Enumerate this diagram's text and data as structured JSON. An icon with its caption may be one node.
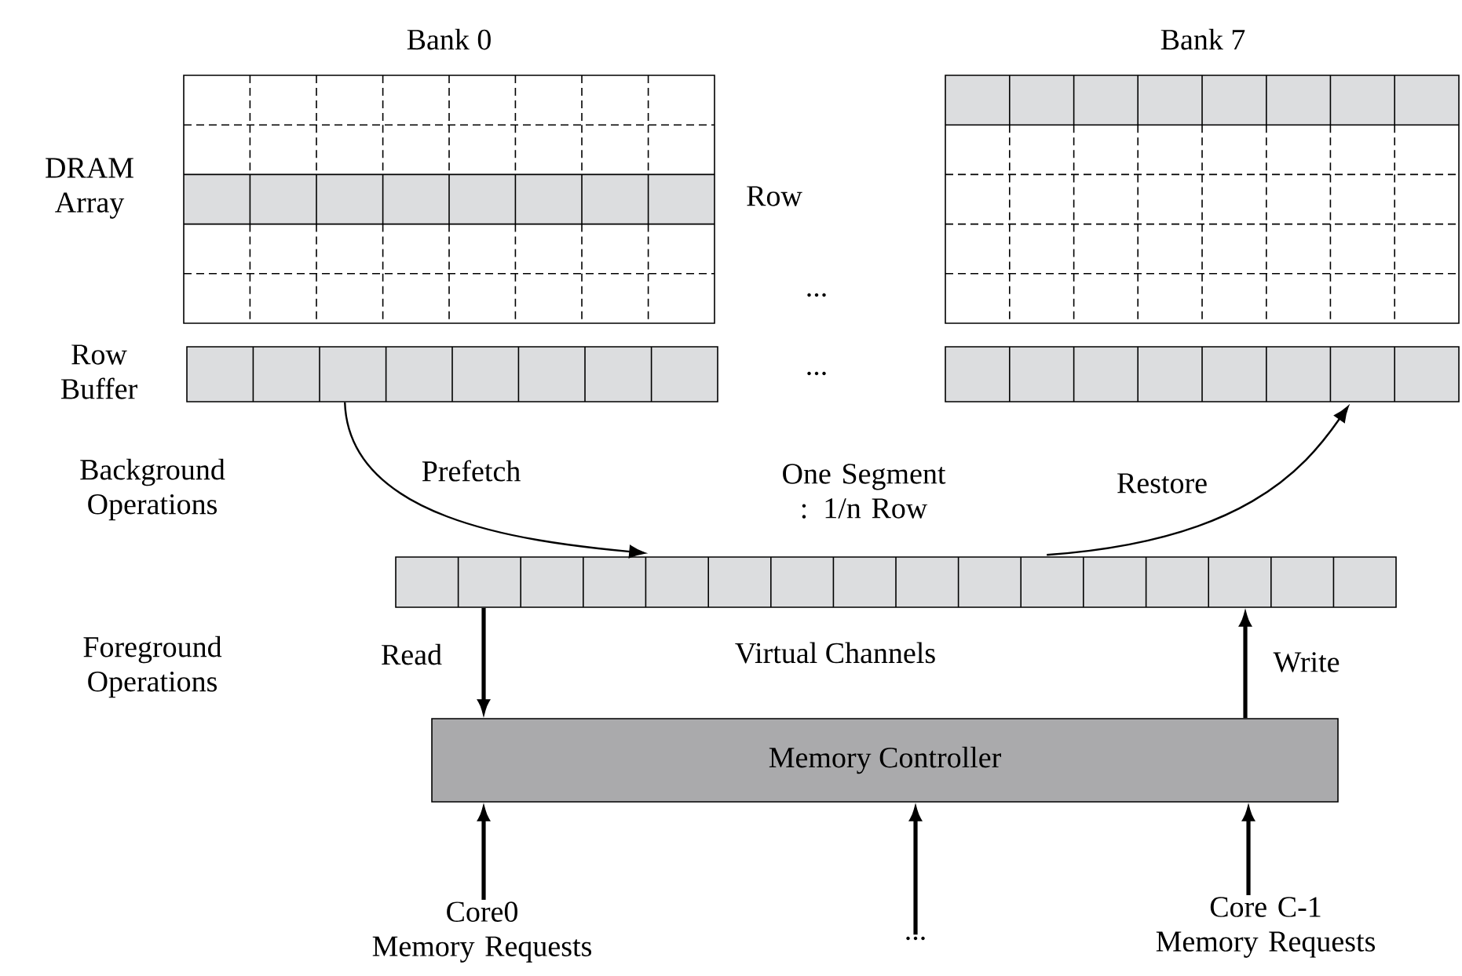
{
  "diagram": {
    "nodes": [
      {
        "text": [
          "Bank 0"
        ]
      },
      {
        "text": [
          "Bank 7"
        ]
      },
      {
        "text": [],
        "shape": "bar"
      },
      {
        "text": [],
        "shape": "bar"
      },
      {
        "text": [],
        "shape": "bar",
        "beside": [
          "Virtual Channels"
        ]
      },
      {
        "text": [
          "Memory Controller"
        ]
      },
      {
        "text": [
          "Core0",
          "Memory Requests"
        ]
      },
      {
        "text": [
          "..."
        ]
      },
      {
        "text": [
          "Core C-1",
          "Memory Requests"
        ]
      }
    ],
    "edges": [
      {
        "from": 2,
        "to": 4,
        "arrow": "to",
        "label": "Prefetch"
      },
      {
        "from": 4,
        "to": 3,
        "arrow": "to",
        "label": "Restore"
      },
      {
        "from": 4,
        "to": 5,
        "arrow": "to",
        "label": "Read"
      },
      {
        "from": 5,
        "to": 4,
        "arrow": "to",
        "label": "Write"
      },
      {
        "from": 6,
        "to": 5,
        "arrow": "to"
      },
      {
        "from": 7,
        "to": 5,
        "arrow": "to"
      },
      {
        "from": 8,
        "to": 5,
        "arrow": "to"
      }
    ],
    "labels": [
      "DRAM Array",
      "Row",
      "...",
      "Row Buffer",
      "...",
      "Background Operations",
      "One Segment : 1/n Row",
      "Foreground Operations"
    ]
  }
}
